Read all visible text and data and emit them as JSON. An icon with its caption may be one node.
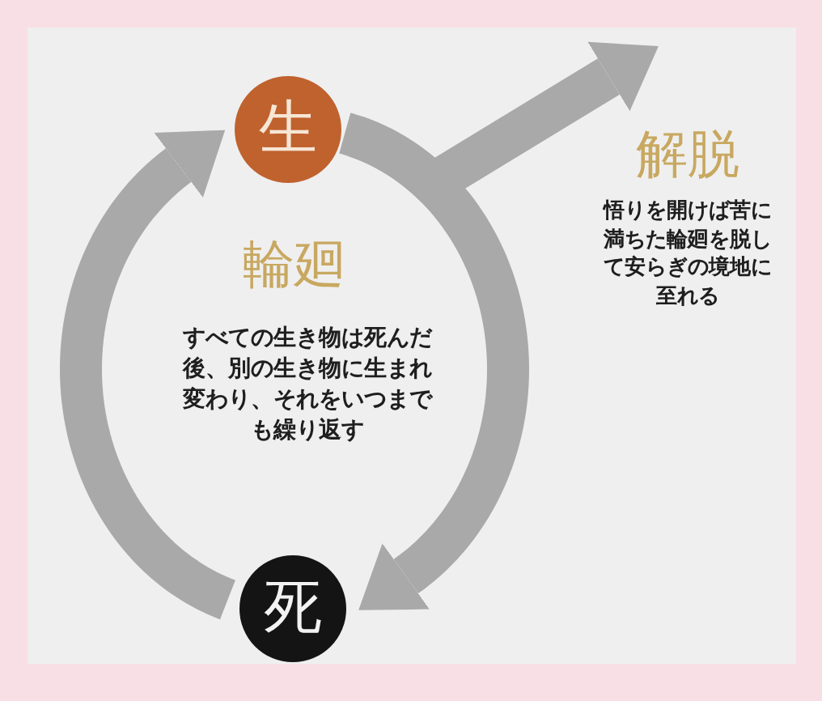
{
  "diagram": {
    "nodes": [
      {
        "text": [
          "生"
        ]
      },
      {
        "text": [
          "死"
        ]
      }
    ],
    "edges": [
      {
        "from": 0,
        "to": 1,
        "arrow": "to"
      },
      {
        "from": 1,
        "to": 0,
        "arrow": "to"
      },
      {
        "from": 0,
        "to": null,
        "arrow": "to"
      }
    ],
    "labels": [
      "輪廻",
      "すべての生き物は死んだ後、別の生き物に生まれ変わり、それをいつまでも繰り返す",
      "解脱",
      "悟りを開けば苦に満ちた輪廻を脱して安らぎの境地に至れる"
    ]
  }
}
